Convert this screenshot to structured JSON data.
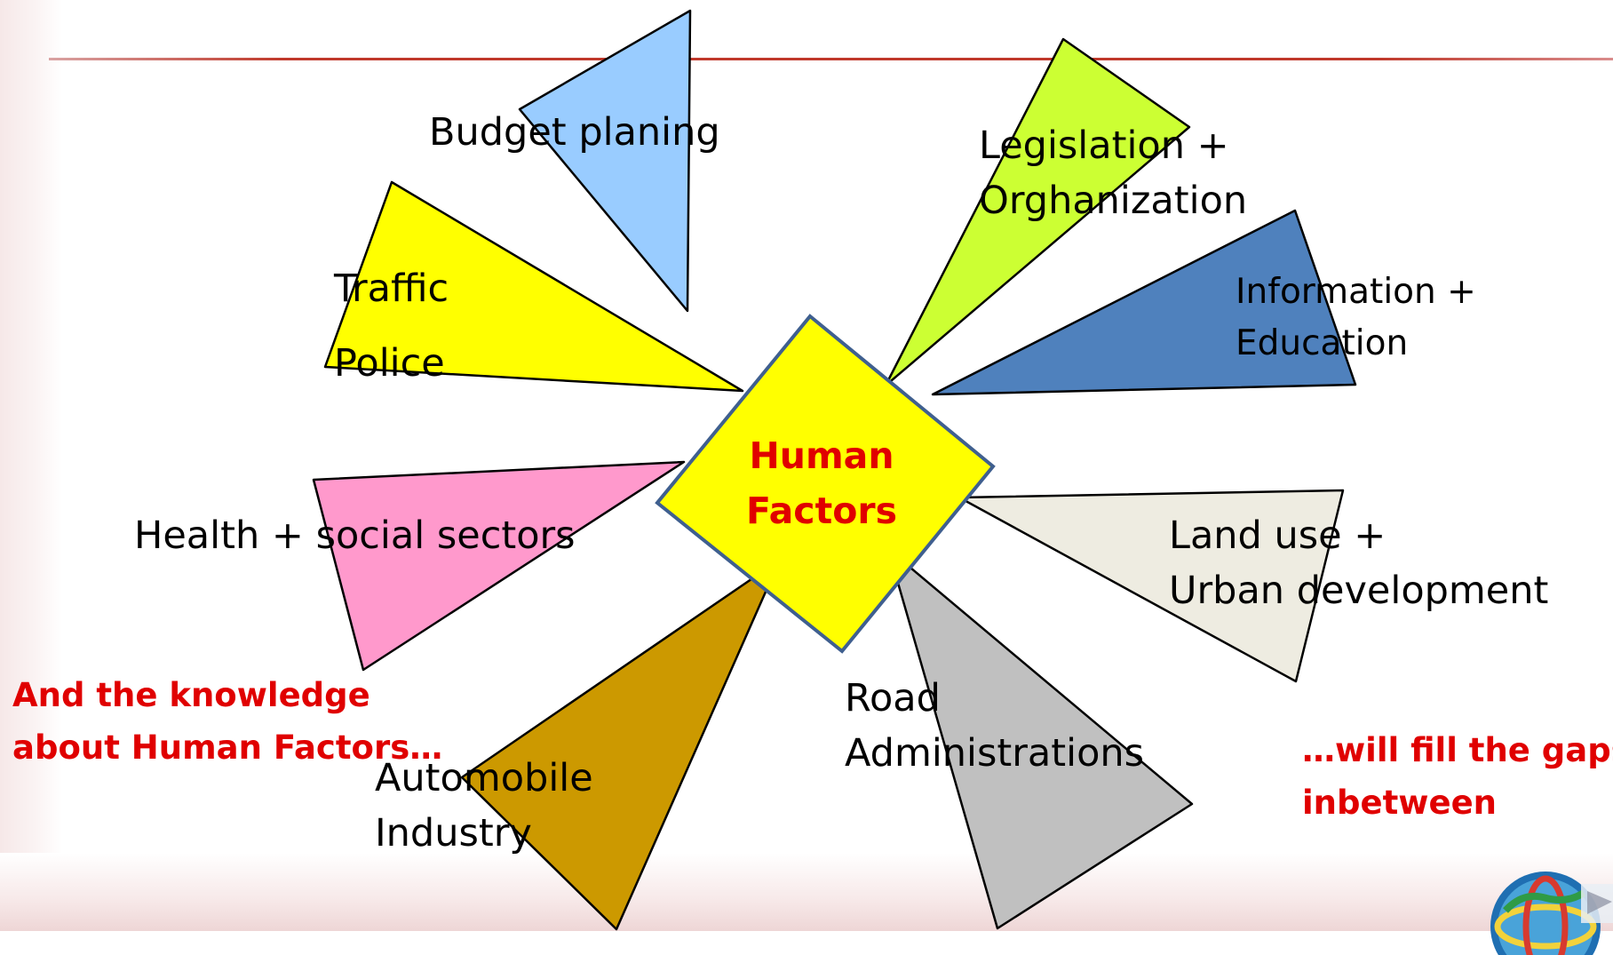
{
  "center": {
    "line1": "Human",
    "line2": "Factors",
    "fill": "#ffff00",
    "border": "#3f5f8f",
    "text_color": "#e00000"
  },
  "spokes": [
    {
      "id": "budget",
      "lines": [
        "Budget planing"
      ],
      "color": "#99ccff"
    },
    {
      "id": "legislation",
      "lines": [
        "Legislation +",
        "Orghanization"
      ],
      "color": "#ccff33"
    },
    {
      "id": "traffic",
      "lines": [
        "Traffic",
        "Police"
      ],
      "color": "#ffff00"
    },
    {
      "id": "information",
      "lines": [
        "Information +",
        "Education"
      ],
      "color": "#4f81bd"
    },
    {
      "id": "health",
      "lines": [
        "Health + social sectors"
      ],
      "color": "#ff99cc"
    },
    {
      "id": "landuse",
      "lines": [
        "Land use +",
        "Urban development"
      ],
      "color": "#eeece1"
    },
    {
      "id": "automobile",
      "lines": [
        "Automobile",
        "Industry"
      ],
      "color": "#cc9900"
    },
    {
      "id": "road",
      "lines": [
        "Road",
        "Administrations"
      ],
      "color": "#c0c0c0"
    }
  ],
  "notes": {
    "left_line1": "And the knowledge",
    "left_line2": "about Human Factors…",
    "right_line1": "…will fill the gaps",
    "right_line2": "inbetween"
  },
  "accent": "#c0392b",
  "logo_icon": "globe-logo-icon"
}
